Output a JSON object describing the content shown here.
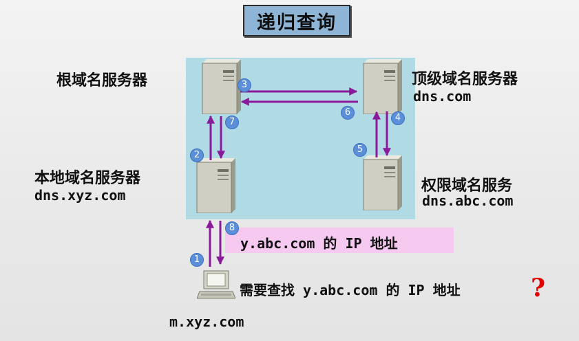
{
  "title": "递归查询",
  "nodes": {
    "root": {
      "name": "根域名服务器"
    },
    "tld": {
      "name": "顶级域名服务器",
      "host": "dns.com"
    },
    "local": {
      "name": "本地域名服务器",
      "host": "dns.xyz.com"
    },
    "auth": {
      "name": "权限域名服务",
      "host": "dns.abc.com"
    },
    "client": {
      "host": "m.xyz.com"
    }
  },
  "answer_label": "y.abc.com 的 IP 地址",
  "query_label": "需要查找 y.abc.com 的 IP 地址",
  "question_mark": "?",
  "steps": [
    "1",
    "2",
    "3",
    "4",
    "5",
    "6",
    "7",
    "8"
  ],
  "colors": {
    "arrow": "#8b1a9b",
    "panel": "#b0dbe5",
    "title_bg": "#8eb4d6",
    "answer_bg": "#f6c9f0",
    "qmark": "#e00000",
    "step_badge": "#5b8fd9"
  }
}
